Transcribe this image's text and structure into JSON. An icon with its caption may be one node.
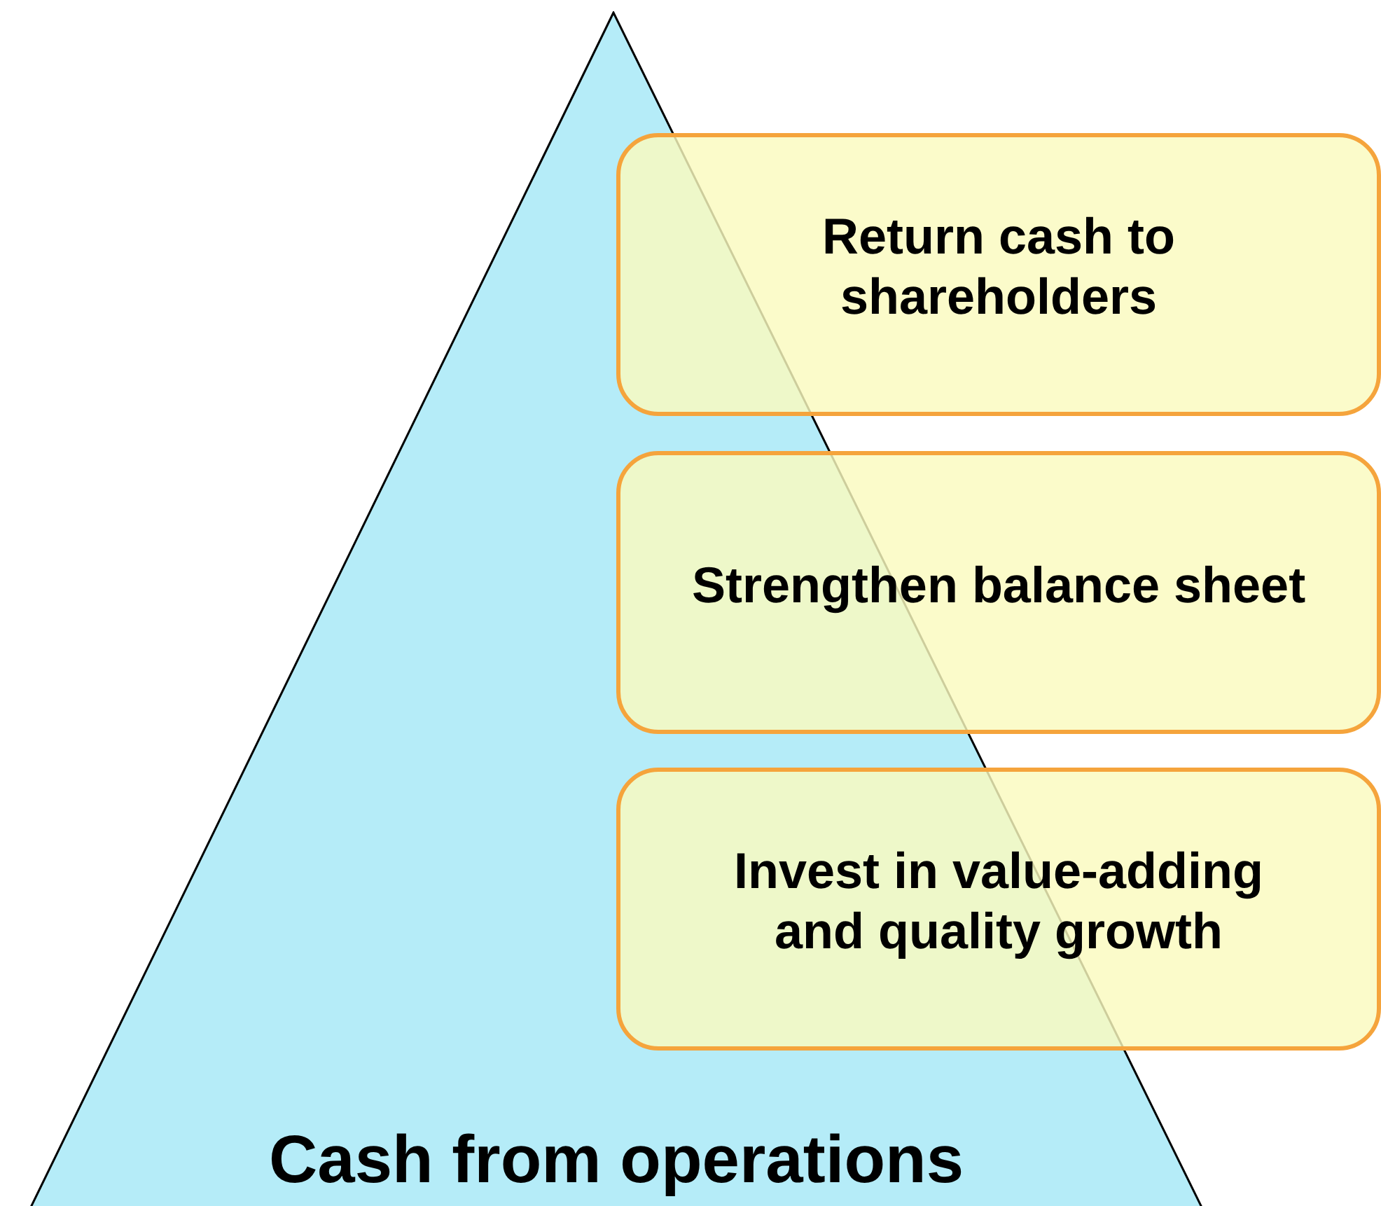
{
  "diagram": {
    "nodes": [
      {
        "text": [
          "Cash from operations"
        ]
      },
      {
        "text": [
          "Return cash to shareholders"
        ]
      },
      {
        "text": [
          "Strengthen balance sheet"
        ]
      },
      {
        "text": [
          "Invest in value-adding and quality growth"
        ]
      }
    ]
  }
}
